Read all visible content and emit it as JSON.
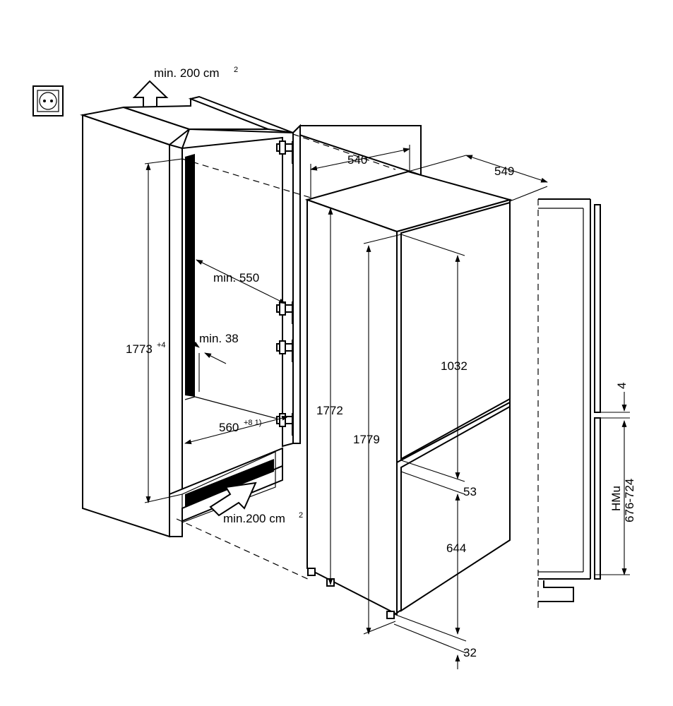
{
  "labels": {
    "vent_top": "min. 200 cm",
    "vent_top_sup": "2",
    "vent_bottom": "min.200 cm",
    "vent_bottom_sup": "2",
    "min_550": "min. 550",
    "min_38": "min. 38",
    "niche_height": "1773",
    "niche_height_sup": "+4",
    "niche_width": "560",
    "niche_width_sup": "+8 1)",
    "width_540": "540",
    "depth_549": "549",
    "height_1772": "1772",
    "height_1779": "1779",
    "door_1032": "1032",
    "gap_53": "53",
    "door_644": "644",
    "foot_32": "32",
    "gap_4": "4",
    "hmu": "HMu",
    "hmu_range": "676-724"
  },
  "icons": {
    "socket": "power-socket-icon",
    "airflow_up": "airflow-up-arrow-icon",
    "airflow_in": "airflow-in-arrow-icon"
  }
}
